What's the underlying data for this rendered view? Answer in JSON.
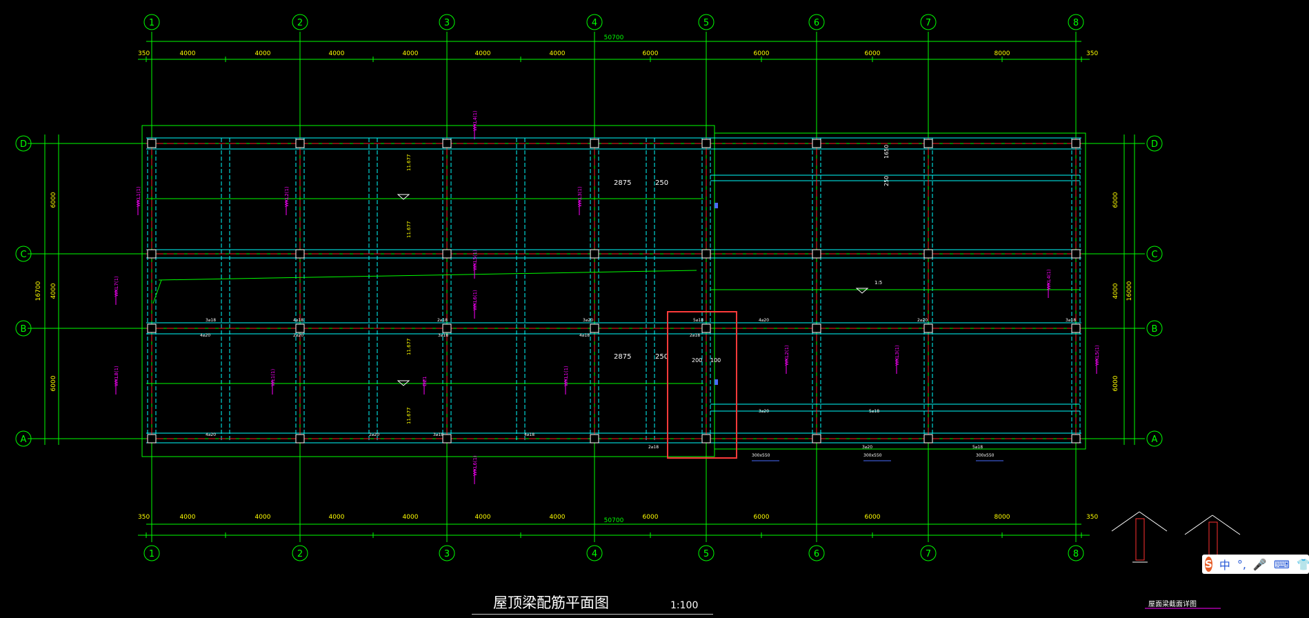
{
  "drawing": {
    "title": "屋顶梁配筋平面图",
    "scale": "1:100",
    "detail_title": "屋面梁截面详图",
    "axes_x": [
      "1",
      "2",
      "3",
      "4",
      "5",
      "6",
      "7",
      "8"
    ],
    "axes_y": [
      "D",
      "C",
      "B",
      "A"
    ],
    "overall_width": "50700",
    "overall_depth": "16700",
    "bay_spans": [
      "4000",
      "4000",
      "4000",
      "4000",
      "4000",
      "4000",
      "6000",
      "6000",
      "6000",
      "8000"
    ],
    "edge_offset": "350",
    "depth_spans": [
      "6000",
      "4000",
      "6000"
    ],
    "right_depth_spans": [
      "6000",
      "4000",
      "6000"
    ],
    "right_total": "16000",
    "dims_inner": [
      "2875",
      "250"
    ],
    "dims_small": [
      "200",
      "100",
      "1650",
      "250"
    ],
    "beam_marks": [
      "WKL1(1)",
      "WKL2(1)",
      "WKL3(1)",
      "WKL4(1)",
      "WKL5(1)",
      "WKL6(1)",
      "WKL7(1)",
      "WKL8(1)",
      "WL1(1)",
      "DZ1"
    ],
    "rebar_labels": [
      "3⌀18",
      "4⌀18",
      "2⌀18",
      "3⌀20",
      "5⌀18",
      "4⌀20",
      "2⌀20"
    ],
    "section_labels": [
      "300x550",
      "300x550",
      "300x550"
    ],
    "level_marks": [
      "11.677",
      "11.677",
      "11.677",
      "11.677"
    ],
    "slope": "1:5"
  },
  "colors": {
    "background": "#000000",
    "axis": "#00ff00",
    "wall": "#00ffff",
    "centerline": "#ff2020",
    "annotation": "#ff00ff",
    "highlight": "#ff3b3b",
    "dimension": "#ffff00"
  },
  "ime": {
    "lang": "中",
    "punct": "°,",
    "icons": [
      "mic-icon",
      "keyboard-icon",
      "shirt-icon"
    ]
  }
}
